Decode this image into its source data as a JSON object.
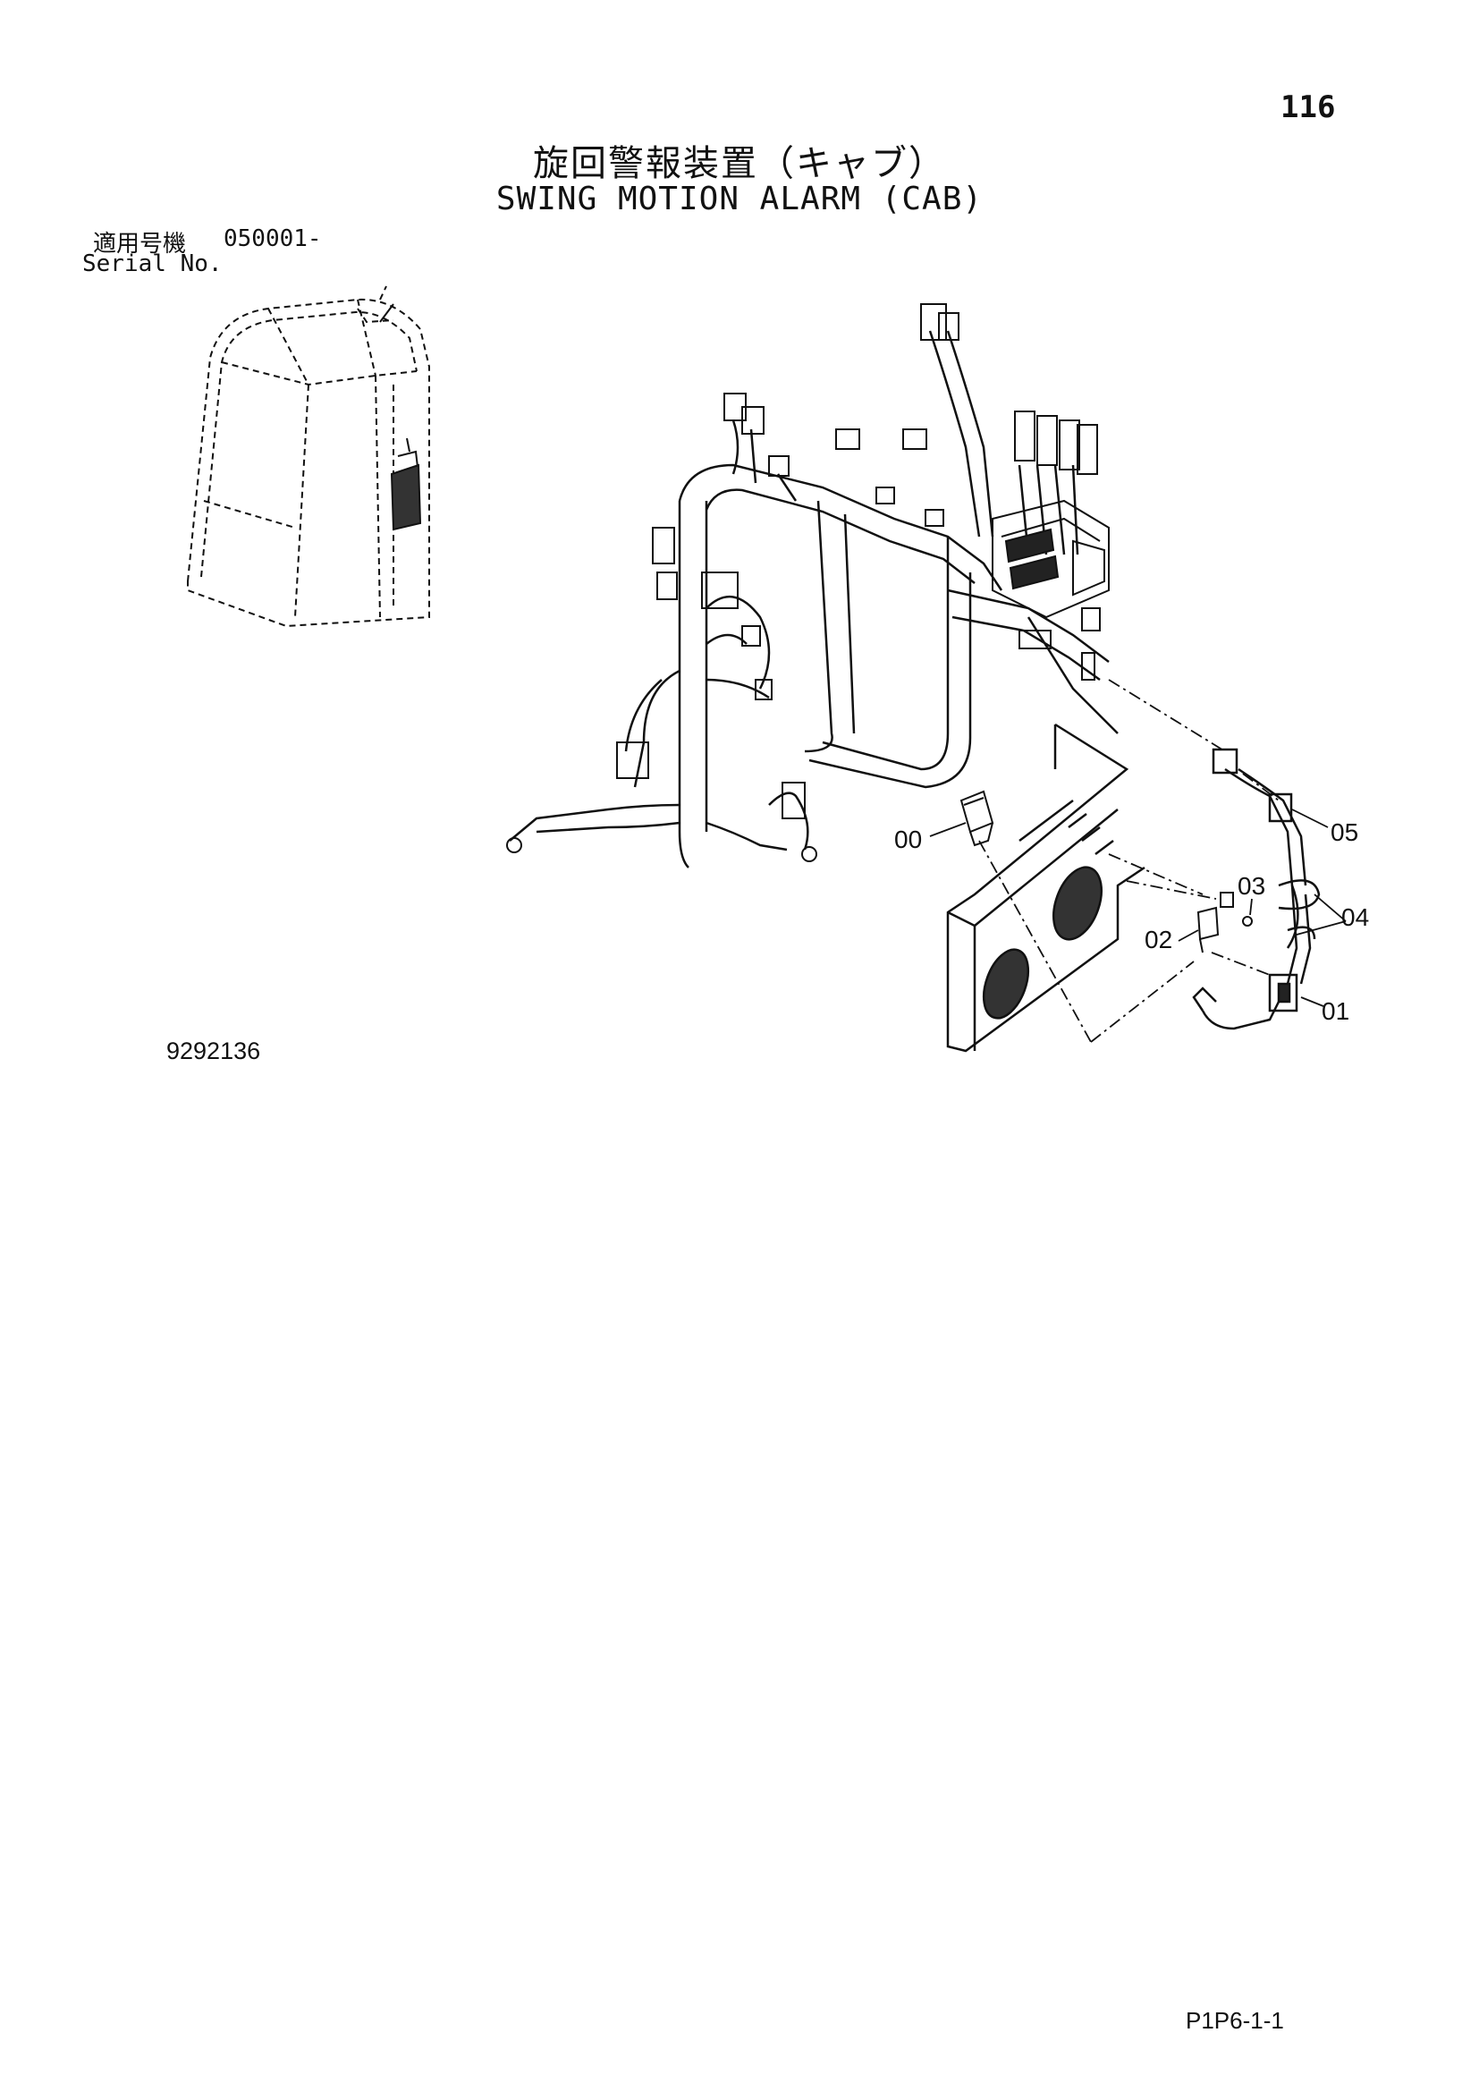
{
  "page": {
    "number": "116",
    "title_jp": "旋回警報装置（キャブ）",
    "title_en": "SWING MOTION ALARM (CAB)",
    "serial_label_jp": "適用号機",
    "serial_range": "050001-",
    "serial_label_en": "Serial No.",
    "drawing_number": "9292136",
    "footer_code": "P1P6-1-1"
  },
  "callouts": [
    {
      "label": "00"
    },
    {
      "label": "01"
    },
    {
      "label": "02"
    },
    {
      "label": "03"
    },
    {
      "label": "04"
    },
    {
      "label": "05"
    }
  ]
}
